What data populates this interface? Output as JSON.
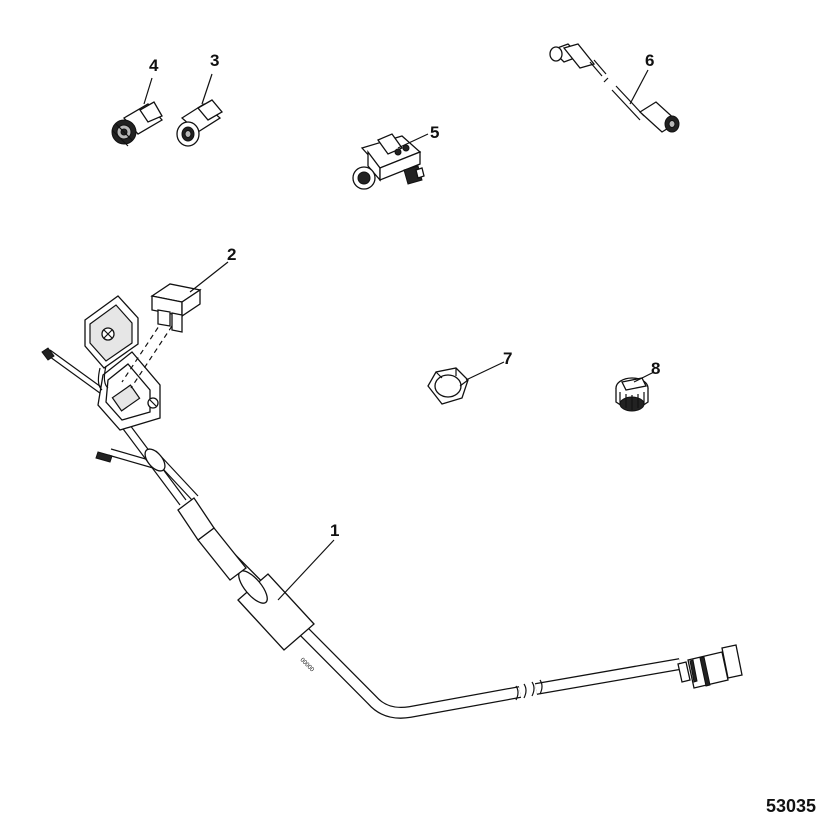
{
  "diagram": {
    "drawing_number": "53035",
    "callouts": [
      {
        "id": "1",
        "label": "1",
        "part": "harness-cable"
      },
      {
        "id": "2",
        "label": "2",
        "part": "blade-fuse"
      },
      {
        "id": "3",
        "label": "3",
        "part": "female-terminator"
      },
      {
        "id": "4",
        "label": "4",
        "part": "male-terminator"
      },
      {
        "id": "5",
        "label": "5",
        "part": "tee-connector"
      },
      {
        "id": "6",
        "label": "6",
        "part": "extension-cable"
      },
      {
        "id": "7",
        "label": "7",
        "part": "hex-nut"
      },
      {
        "id": "8",
        "label": "8",
        "part": "connector-cap"
      }
    ]
  }
}
